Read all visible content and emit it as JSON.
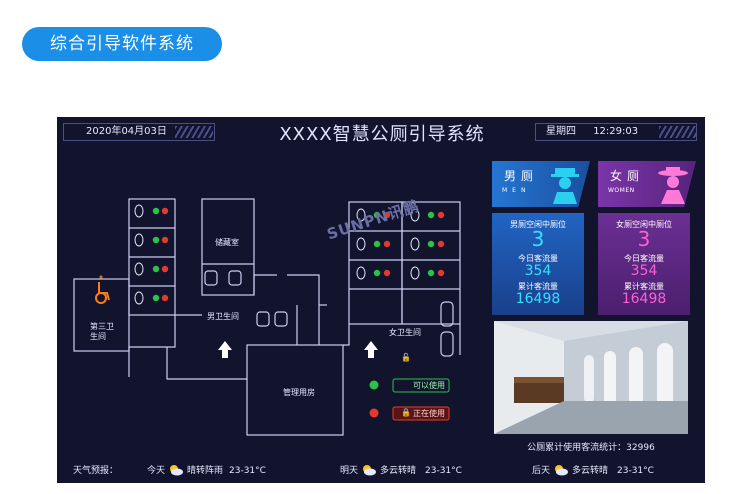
{
  "header": {
    "pill_label": "综合引导软件系统"
  },
  "screen": {
    "date": "2020年04月03日",
    "title": "XXXX智慧公厕引导系统",
    "weekday": "星期四",
    "clock": "12:29:03",
    "watermark": "SUNPN讯鹏"
  },
  "floorplan": {
    "storage": "储藏室",
    "men_room": "男卫生间",
    "women_room": "女卫生间",
    "third_room_line1": "第三卫",
    "third_room_line2": "生间",
    "management": "管理用房",
    "legend_available": "可以使用",
    "legend_occupied": "正在使用"
  },
  "men_panel": {
    "title": "男厕",
    "subtitle": "MEN",
    "vacant_label": "男厕空闲中厕位",
    "vacant_value": "3",
    "today_label": "今日客流量",
    "today_value": "354",
    "total_label": "累计客流量",
    "total_value": "16498"
  },
  "women_panel": {
    "title": "女厕",
    "subtitle": "WOMEN",
    "vacant_label": "女厕空闲中厕位",
    "vacant_value": "3",
    "today_label": "今日客流量",
    "today_value": "354",
    "total_label": "累计客流量",
    "total_value": "16498"
  },
  "stats": {
    "total_flow": "公厕累计使用客流统计：32996"
  },
  "weather": {
    "label": "天气预报：",
    "today_day": "今天",
    "today_desc": "晴转阵雨",
    "today_temp": "23-31°C",
    "tomorrow_day": "明天",
    "tomorrow_desc": "多云转晴",
    "tomorrow_temp": "23-31°C",
    "after_day": "后天",
    "after_desc": "多云转晴",
    "after_temp": "23-31°C"
  },
  "colors": {
    "accent": "#1b8ee8",
    "screen_bg": "#12142d",
    "available": "#2bc24a",
    "occupied": "#e23b2e",
    "stat_cyan": "#35e0ff",
    "stat_pink": "#ff5fd3"
  }
}
